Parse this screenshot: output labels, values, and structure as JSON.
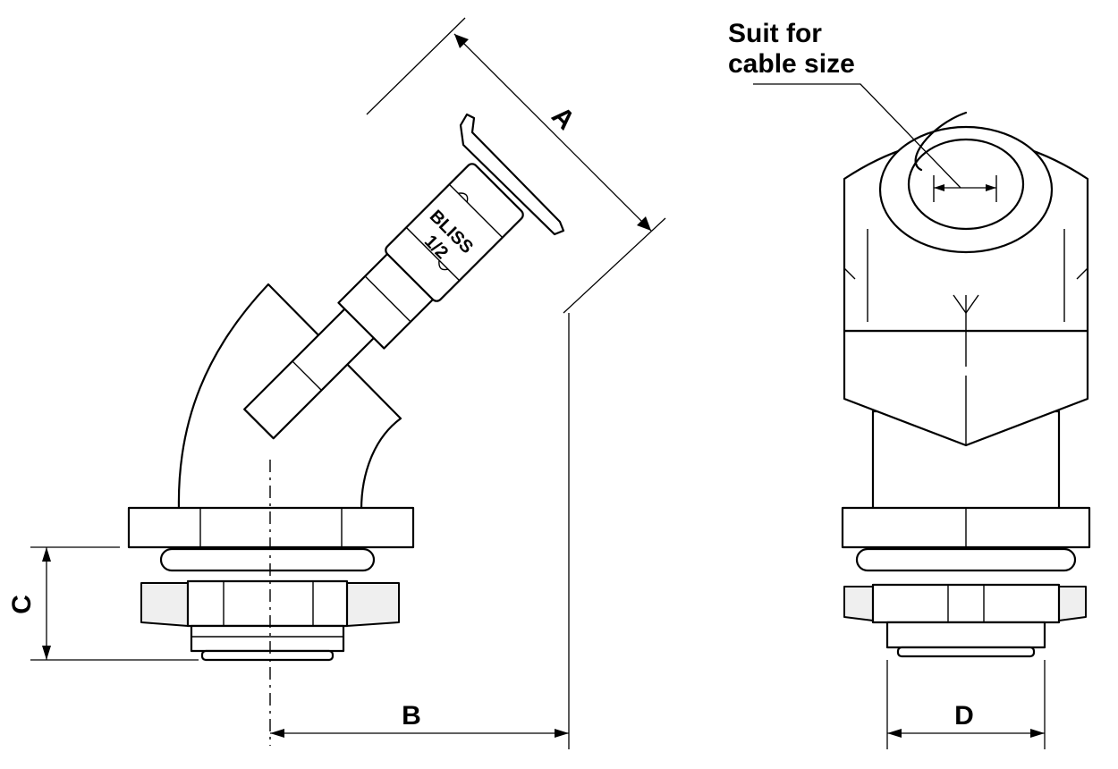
{
  "dimensions": {
    "a": "A",
    "b": "B",
    "c": "C",
    "d": "D"
  },
  "callout": {
    "line1": "Suit for",
    "line2": "cable size"
  },
  "marking": {
    "brand": "BLISS",
    "size": "1/2"
  }
}
